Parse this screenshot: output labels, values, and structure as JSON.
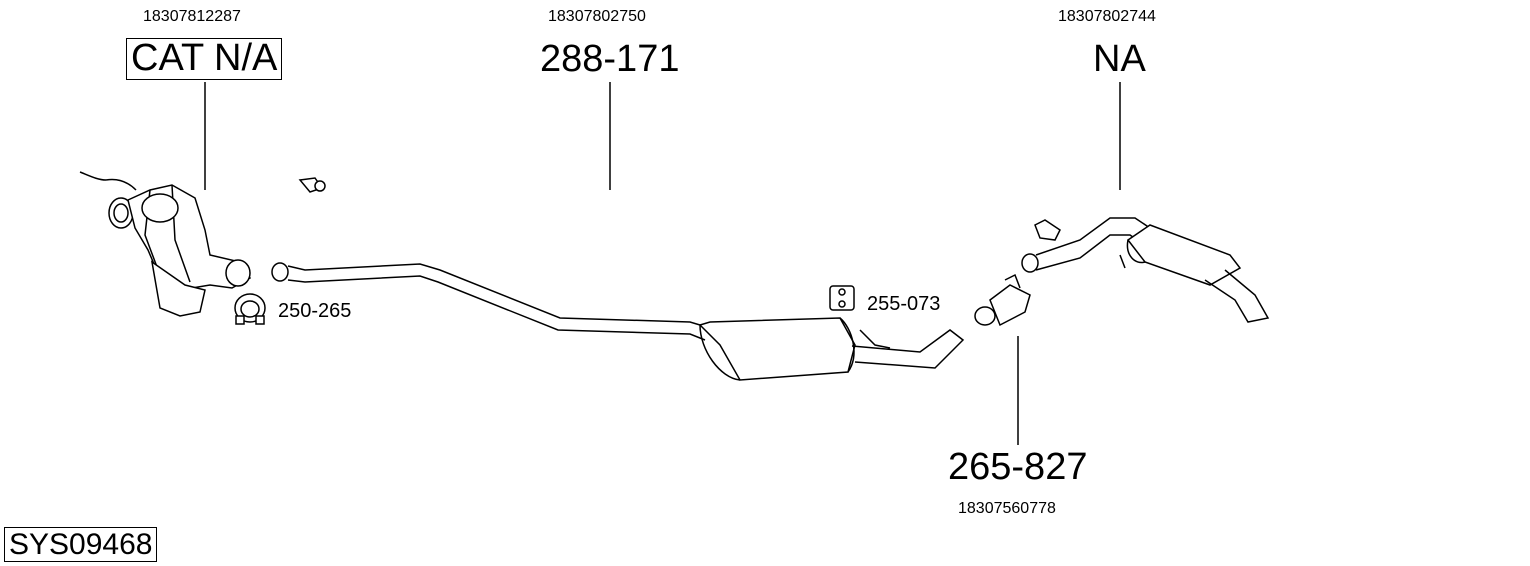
{
  "system_code": "SYS09468",
  "parts": {
    "catalytic_converter": {
      "oem": "18307812287",
      "label": "CAT N/A"
    },
    "front_pipe": {
      "oem": "18307802750",
      "label": "288-171"
    },
    "rear_silencer": {
      "oem": "18307802744",
      "label": "NA"
    },
    "connector": {
      "oem": "18307560778",
      "label": "265-827"
    }
  },
  "accessories": {
    "clamp": {
      "label": "250-265"
    },
    "rubber_mount": {
      "label": "255-073"
    }
  }
}
